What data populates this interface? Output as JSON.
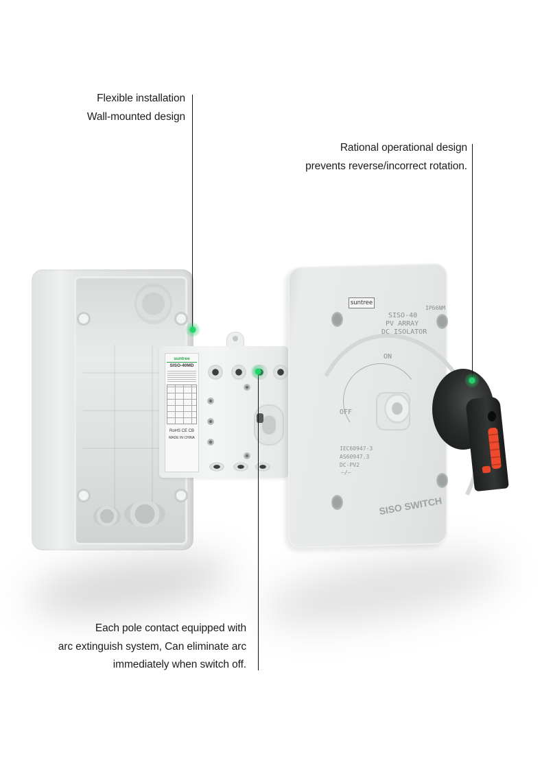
{
  "callouts": [
    {
      "id": "installation",
      "lines": [
        "Flexible installation",
        "Wall-mounted design"
      ]
    },
    {
      "id": "rotation",
      "lines": [
        "Rational operational design",
        "prevents reverse/incorrect rotation."
      ]
    },
    {
      "id": "arc",
      "lines": [
        "Each pole contact equipped with",
        "arc extinguish system, Can eliminate arc",
        "immediately when switch off."
      ]
    }
  ],
  "product": {
    "cover": {
      "brand_badge": "suntree",
      "ip_rating": "IP66NM",
      "model_lines": [
        "SISO-40",
        "PV ARRAY",
        "DC ISOLATOR"
      ],
      "on_label": "ON",
      "off_label": "OFF",
      "standards": [
        "IEC60947-3",
        "AS60947.3",
        "DC-PV2"
      ],
      "switch_symbol": "—/—",
      "name": "SISO SWITCH"
    },
    "module_label": {
      "brand": "suntree",
      "model": "SISO-40MD",
      "certs": "RoHS CE CB",
      "origin": "MADE IN CHINA"
    }
  },
  "colors": {
    "accent_dot": "#20d46a",
    "handle_grip": "#f04a2e",
    "handle_body": "#1e2020",
    "leader_line": "#111111",
    "brand_green": "#27a24a"
  }
}
